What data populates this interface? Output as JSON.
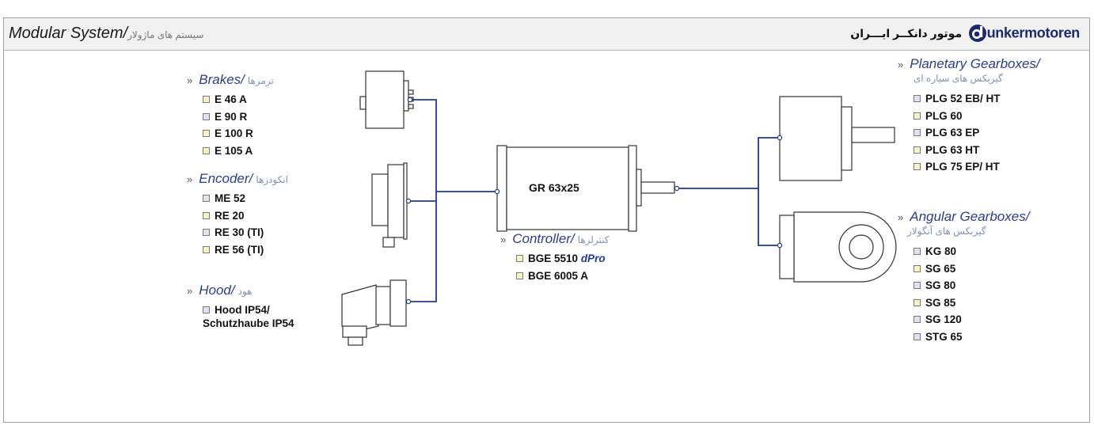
{
  "header": {
    "title": "Modular System/",
    "title_fa": "سیستم های ماژولار",
    "brand_fa": "موتور دانکــر ایـــران",
    "brand_name": "unkermotoren"
  },
  "motor": {
    "label": "GR 63x25"
  },
  "brakes": {
    "arrow": "»",
    "title": "Brakes/",
    "title_fa": "ترمزها",
    "items": [
      {
        "label": "E 46 A",
        "color": "yellow"
      },
      {
        "label": "E 90 R",
        "color": "blue"
      },
      {
        "label": "E 100 R",
        "color": "yellow"
      },
      {
        "label": "E 105 A",
        "color": "yellow"
      }
    ]
  },
  "encoder": {
    "arrow": "»",
    "title": "Encoder/",
    "title_fa": "انکودرها",
    "items": [
      {
        "label": "ME 52",
        "color": "blue"
      },
      {
        "label": "RE 20",
        "color": "yellow"
      },
      {
        "label": "RE 30 (TI)",
        "color": "blue"
      },
      {
        "label": "RE 56 (TI)",
        "color": "yellow"
      }
    ]
  },
  "hood": {
    "arrow": "»",
    "title": "Hood/",
    "title_fa": "هود",
    "item_line1": "Hood IP54/",
    "item_line2": "Schutzhaube IP54"
  },
  "controller": {
    "arrow": "»",
    "title": "Controller/",
    "title_fa": "کنترلرها",
    "item1": "BGE 5510",
    "item1_suffix": "dPro",
    "item2": "BGE 6005 A"
  },
  "planetary": {
    "arrow": "»",
    "title": "Planetary Gearboxes/",
    "subtitle_fa": "گیربکس های سیاره ای",
    "items": [
      {
        "label": "PLG 52 EB/ HT",
        "color": "blue"
      },
      {
        "label": "PLG 60",
        "color": "yellow"
      },
      {
        "label": "PLG 63 EP",
        "color": "blue"
      },
      {
        "label": "PLG 63  HT",
        "color": "yellow"
      },
      {
        "label": "PLG 75 EP/ HT",
        "color": "yellow"
      }
    ]
  },
  "angular": {
    "arrow": "»",
    "title": "Angular Gearboxes/",
    "subtitle_fa": "گیربکس های آنگولار",
    "items": [
      {
        "label": "KG 80",
        "color": "blue"
      },
      {
        "label": "SG 65",
        "color": "yellow"
      },
      {
        "label": "SG 80",
        "color": "blue"
      },
      {
        "label": "SG 85",
        "color": "yellow"
      },
      {
        "label": "SG 120",
        "color": "blue"
      },
      {
        "label": "STG 65",
        "color": "blue"
      }
    ]
  },
  "colors": {
    "connector": "#1f3c8f",
    "checkbox_yellow": "#fbf3c4",
    "checkbox_blue": "#dfe2f1",
    "brand": "#1c2a6c"
  }
}
